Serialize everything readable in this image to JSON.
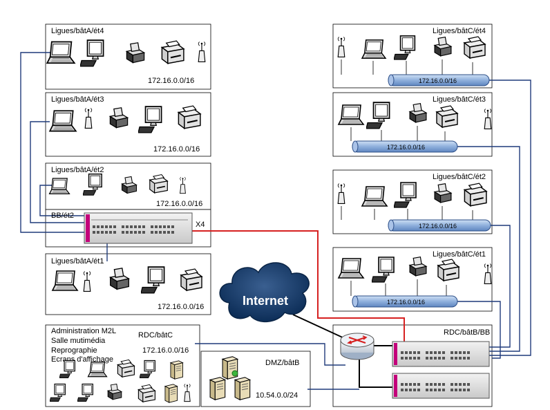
{
  "diagram": {
    "left_zones": [
      {
        "label": "Ligues/bâtA/ét4",
        "subnet": "172.16.0.0/16"
      },
      {
        "label": "Ligues/bâtA/ét3",
        "subnet": "172.16.0.0/16"
      },
      {
        "label": "Ligues/bâtA/ét2",
        "subnet": "172.16.0.0/16"
      },
      {
        "label": "Ligues/bâtA/ét1",
        "subnet": "172.16.0.0/16"
      }
    ],
    "backbone_a": {
      "label": "BB/ét2",
      "switch_multiplier": "X4"
    },
    "right_zones": [
      {
        "label": "Ligues/bâtC/ét4",
        "subnet": "172.16.0.0/16"
      },
      {
        "label": "Ligues/bâtC/ét3",
        "subnet": "172.16.0.0/16"
      },
      {
        "label": "Ligues/bâtC/ét2",
        "subnet": "172.16.0.0/16"
      },
      {
        "label": "Ligues/bâtC/ét1",
        "subnet": "172.16.0.0/16"
      }
    ],
    "internet": {
      "label": "Internet"
    },
    "core": {
      "label": "RDC/bâtB/BB"
    },
    "rdc_c": {
      "label": "RDC/bâtC",
      "subnet": "172.16.0.0/16",
      "services": [
        "Administration M2L",
        "Salle mutimédia",
        "Reprographie",
        "Ecrans d'affichage"
      ]
    },
    "dmz": {
      "label": "DMZ/bâtB",
      "subnet": "10.54.0.0/24"
    }
  }
}
